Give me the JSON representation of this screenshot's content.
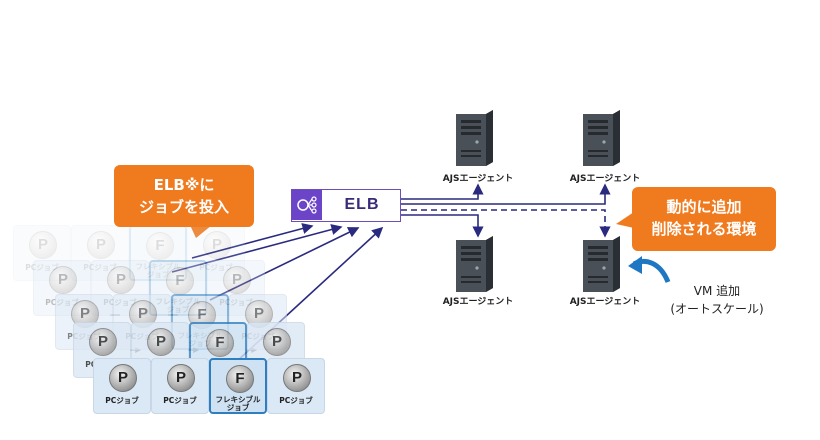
{
  "callouts": {
    "submit": [
      "ELB※に",
      "ジョブを投入"
    ],
    "dynamic": [
      "動的に追加",
      "削除される環境"
    ]
  },
  "elb": {
    "label": "ELB",
    "icon": "load-balancer-icon"
  },
  "agents": {
    "label": "AJSエージェント",
    "icon": "server-tower-icon",
    "count": 4
  },
  "vm_add": {
    "line1": "VM 追加",
    "line2": "(オートスケール)"
  },
  "jobs": {
    "pc_symbol": "P",
    "pc_label": "PCジョブ",
    "flex_symbol": "F",
    "flex_label_line1": "フレキシブル",
    "flex_label_line2": "ジョブ"
  },
  "colors": {
    "callout": "#f07a1e",
    "elb_border": "#6b4fb8",
    "elb_icon": "#6b44c8",
    "arrow": "#2a2a80",
    "vm_arrow": "#1f77c4",
    "pc_card": "#dbe8f5",
    "flex_card": "#cfe2f3"
  }
}
